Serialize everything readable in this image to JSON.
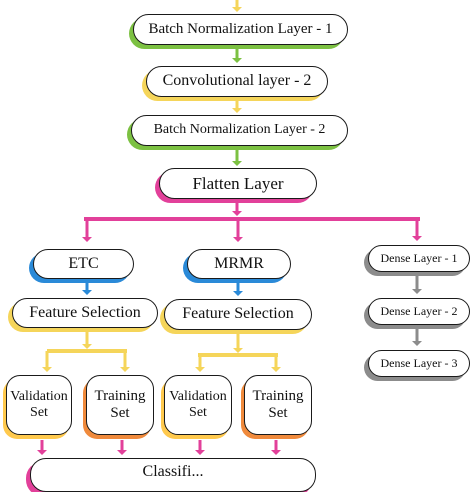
{
  "diagram": {
    "nodes": {
      "bn1": {
        "label": "Batch Normalization Layer - 1"
      },
      "cv2": {
        "label": "Convolutional layer - 2"
      },
      "bn2": {
        "label": "Batch Normalization Layer - 2"
      },
      "fl": {
        "label": "Flatten Layer"
      },
      "etc": {
        "label": "ETC"
      },
      "mrmr": {
        "label": "MRMR"
      },
      "d1": {
        "label": "Dense Layer - 1"
      },
      "fs1": {
        "label": "Feature Selection"
      },
      "fs2": {
        "label": "Feature Selection"
      },
      "d2": {
        "label": "Dense Layer - 2"
      },
      "d3": {
        "label": "Dense Layer - 3"
      },
      "vs1": {
        "line1": "Validation",
        "line2": "Set"
      },
      "ts1": {
        "line1": "Training",
        "line2": "Set"
      },
      "vs2": {
        "line1": "Validation",
        "line2": "Set"
      },
      "ts2": {
        "line1": "Training",
        "line2": "Set"
      },
      "cls": {
        "label": "Classifi..."
      }
    },
    "colors": {
      "green": "#7cc142",
      "yellow": "#f5d55a",
      "pink": "#e2409a",
      "blue": "#2a8ad8",
      "gray": "#8c8c8c",
      "gold": "#ffc94d",
      "orange": "#f08a3c",
      "node_border": "#1a1a1a"
    },
    "edges": [
      {
        "from": "top",
        "to": "bn1",
        "color": "yellow"
      },
      {
        "from": "bn1",
        "to": "cv2",
        "color": "green"
      },
      {
        "from": "cv2",
        "to": "bn2",
        "color": "yellow"
      },
      {
        "from": "bn2",
        "to": "fl",
        "color": "green"
      },
      {
        "from": "fl",
        "to": "etc",
        "color": "pink"
      },
      {
        "from": "fl",
        "to": "mrmr",
        "color": "pink"
      },
      {
        "from": "fl",
        "to": "d1",
        "color": "pink"
      },
      {
        "from": "etc",
        "to": "fs1",
        "color": "blue"
      },
      {
        "from": "mrmr",
        "to": "fs2",
        "color": "blue"
      },
      {
        "from": "d1",
        "to": "d2",
        "color": "gray"
      },
      {
        "from": "d2",
        "to": "d3",
        "color": "gray"
      },
      {
        "from": "fs1",
        "to": "vs1",
        "color": "yellow"
      },
      {
        "from": "fs1",
        "to": "ts1",
        "color": "yellow"
      },
      {
        "from": "fs2",
        "to": "vs2",
        "color": "yellow"
      },
      {
        "from": "fs2",
        "to": "ts2",
        "color": "yellow"
      },
      {
        "from": "vs1",
        "to": "cls",
        "color": "pink"
      },
      {
        "from": "ts1",
        "to": "cls",
        "color": "pink"
      },
      {
        "from": "vs2",
        "to": "cls",
        "color": "pink"
      },
      {
        "from": "ts2",
        "to": "cls",
        "color": "pink"
      }
    ]
  }
}
